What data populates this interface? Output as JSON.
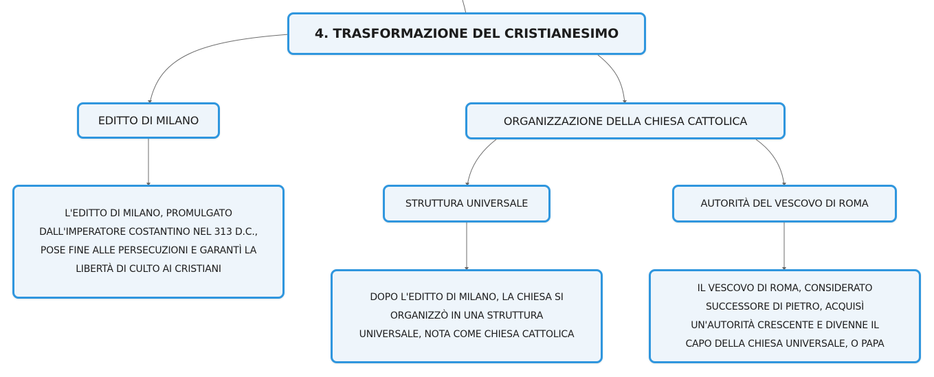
{
  "colors": {
    "node_border": "#2f96de",
    "node_fill": "#eef5fb",
    "connector": "#6b6b6b",
    "text": "#1c1c1c"
  },
  "root": {
    "label": "4. TRASFORMAZIONE DEL CRISTIANESIMO"
  },
  "editto": {
    "label": "EDITTO DI MILANO",
    "description_lines": [
      "L'EDITTO DI MILANO, PROMULGATO",
      "DALL'IMPERATORE COSTANTINO NEL 313 D.C.,",
      "POSE FINE ALLE PERSECUZIONI E GARANTÌ LA",
      "LIBERTÀ DI CULTO AI CRISTIANI"
    ]
  },
  "organizzazione": {
    "label": "ORGANIZZAZIONE DELLA CHIESA CATTOLICA",
    "struttura": {
      "label": "STRUTTURA UNIVERSALE",
      "description_lines": [
        "DOPO L'EDITTO DI MILANO, LA CHIESA SI",
        "ORGANIZZÒ IN UNA STRUTTURA",
        "UNIVERSALE, NOTA COME CHIESA CATTOLICA"
      ]
    },
    "autorita": {
      "label": "AUTORITÀ DEL VESCOVO DI ROMA",
      "description_lines": [
        "IL VESCOVO DI ROMA, CONSIDERATO",
        "SUCCESSORE DI PIETRO, ACQUISÌ",
        "UN'AUTORITÀ CRESCENTE E DIVENNE IL",
        "CAPO DELLA CHIESA UNIVERSALE, O PAPA"
      ]
    }
  }
}
